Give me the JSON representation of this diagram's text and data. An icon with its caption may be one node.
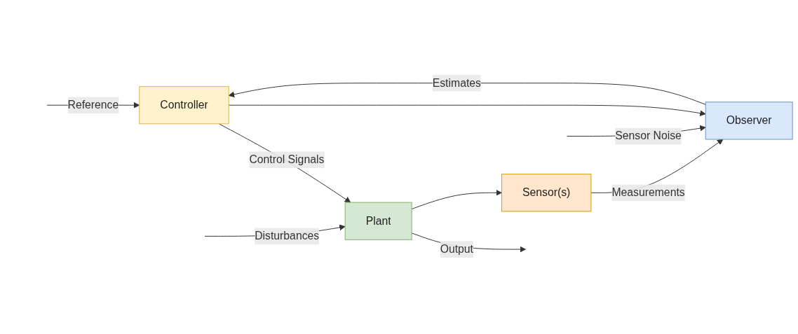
{
  "diagram": {
    "nodes": [
      {
        "text": [
          "Controller"
        ]
      },
      {
        "text": [
          "Plant"
        ]
      },
      {
        "text": [
          "Sensor(s)"
        ]
      },
      {
        "text": [
          "Observer"
        ]
      }
    ],
    "edges": [
      {
        "from": null,
        "to": 0,
        "arrow": "to",
        "label": "Reference"
      },
      {
        "from": 0,
        "to": 1,
        "arrow": "to",
        "label": "Control Signals"
      },
      {
        "from": 0,
        "to": 3,
        "arrow": "to"
      },
      {
        "from": null,
        "to": 1,
        "arrow": "to",
        "label": "Disturbances"
      },
      {
        "from": 1,
        "to": null,
        "arrow": "to",
        "label": "Output"
      },
      {
        "from": 1,
        "to": 2,
        "arrow": "to"
      },
      {
        "from": 2,
        "to": 3,
        "arrow": "to",
        "label": "Measurements"
      },
      {
        "from": null,
        "to": 3,
        "arrow": "to",
        "label": "Sensor Noise"
      },
      {
        "from": 3,
        "to": 0,
        "arrow": "to",
        "label": "Estimates"
      }
    ]
  }
}
